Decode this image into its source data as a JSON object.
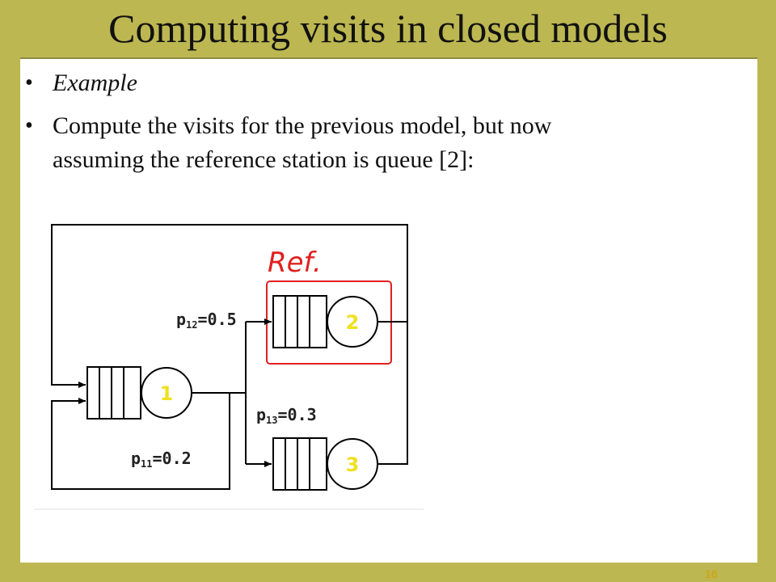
{
  "slide": {
    "title": "Computing visits in closed models",
    "bullets": [
      {
        "text": "Example"
      },
      {
        "line1": "Compute the visits for the previous model, but now",
        "line2": "assuming the reference station is queue [2]:"
      }
    ],
    "slide_number": "16"
  },
  "diagram": {
    "ref_label": "Ref.",
    "stations": [
      {
        "id": "1"
      },
      {
        "id": "2"
      },
      {
        "id": "3"
      }
    ],
    "probabilities": {
      "p12": {
        "sym": "p",
        "sub": "12",
        "val": "=0.5"
      },
      "p13": {
        "sym": "p",
        "sub": "13",
        "val": "=0.3"
      },
      "p11": {
        "sym": "p",
        "sub": "11",
        "val": "=0.2"
      }
    },
    "colors": {
      "ref_box": "#e02020",
      "station_number": "#f0e020",
      "line": "#000000"
    }
  }
}
